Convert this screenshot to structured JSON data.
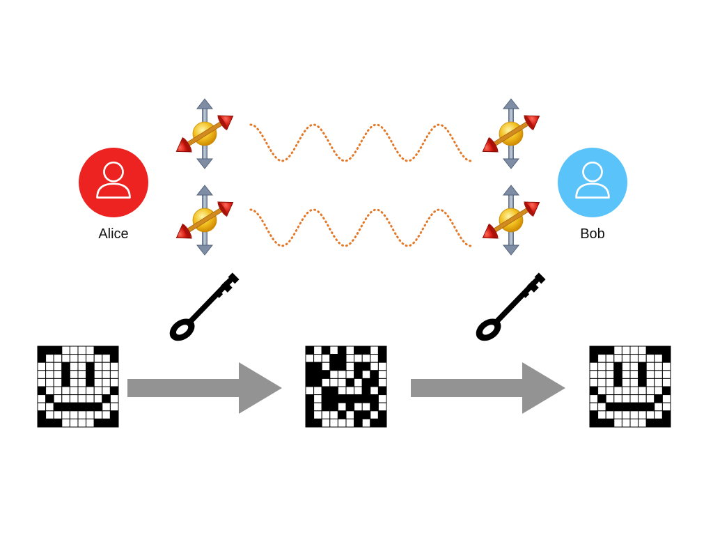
{
  "parties": [
    {
      "label": "Alice",
      "color": "#ec2320",
      "icon": "person-icon"
    },
    {
      "label": "Bob",
      "color": "#5ac3f9",
      "icon": "person-icon"
    }
  ],
  "channels": [
    {
      "icon": "photon-spin-icon",
      "wave": "orange-dotted-wave",
      "color": "#e27828"
    },
    {
      "icon": "photon-spin-icon",
      "wave": "orange-dotted-wave",
      "color": "#e27828"
    }
  ],
  "key_icon": "key-icon",
  "arrow_icon": "gray-arrow-icon",
  "arrow_color": "#939393",
  "grids": {
    "plaintext": [
      "1110000111",
      "1000000001",
      "0001001000",
      "0001001000",
      "0001001000",
      "1000000001",
      "0100000010",
      "0011111100",
      "1000000001",
      "1110000111"
    ],
    "ciphertext": [
      "1010101101",
      "0001100001",
      "1101101100",
      "1110001010",
      "1100010110",
      "0011000101",
      "1011111110",
      "1011010010",
      "1000101101",
      "1100001011"
    ],
    "decrypted": [
      "1110000111",
      "1000000001",
      "0001001000",
      "0001001000",
      "0001001000",
      "1000000001",
      "0100000010",
      "0011111100",
      "1000000001",
      "1110000111"
    ]
  }
}
